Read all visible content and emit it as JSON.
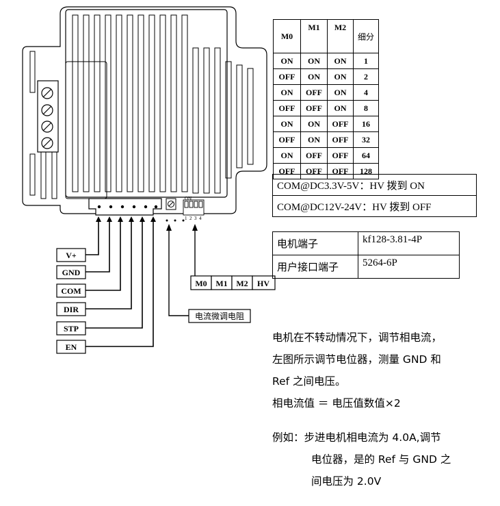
{
  "terminals": [
    "V+",
    "GND",
    "COM",
    "DIR",
    "STP",
    "EN"
  ],
  "dip_labels": [
    "M0",
    "M1",
    "M2",
    "HV"
  ],
  "dip_switch": {
    "on_label": "ON",
    "numbers": [
      "1",
      "2",
      "3",
      "4"
    ]
  },
  "potentiometer_label": "电流微调电阻",
  "mode_table": {
    "headers": [
      "M0",
      "M1",
      "M2",
      "细分"
    ],
    "rows": [
      [
        "ON",
        "ON",
        "ON",
        "1"
      ],
      [
        "OFF",
        "ON",
        "ON",
        "2"
      ],
      [
        "ON",
        "OFF",
        "ON",
        "4"
      ],
      [
        "OFF",
        "OFF",
        "ON",
        "8"
      ],
      [
        "ON",
        "ON",
        "OFF",
        "16"
      ],
      [
        "OFF",
        "ON",
        "OFF",
        "32"
      ],
      [
        "ON",
        "OFF",
        "OFF",
        "64"
      ],
      [
        "OFF",
        "OFF",
        "OFF",
        "128"
      ]
    ]
  },
  "com_notes": [
    "COM@DC3.3V-5V：HV 拨到 ON",
    "COM@DC12V-24V：HV 拨到 OFF"
  ],
  "terminal_table": [
    {
      "name": "电机端子",
      "value": "kf128-3.81-4P"
    },
    {
      "name": "用户接口端子",
      "value": "5264-6P"
    }
  ],
  "instructions": [
    "电机在不转动情况下，调节相电流，",
    "左图所示调节电位器，测量 GND 和",
    "Ref 之间电压。",
    "相电流值 ＝ 电压值数值×2"
  ],
  "example": {
    "lines": [
      "例如：步进电机相电流为 4.0A,调节",
      "电位器，是的 Ref 与 GND 之",
      "间电压为 2.0V"
    ]
  }
}
